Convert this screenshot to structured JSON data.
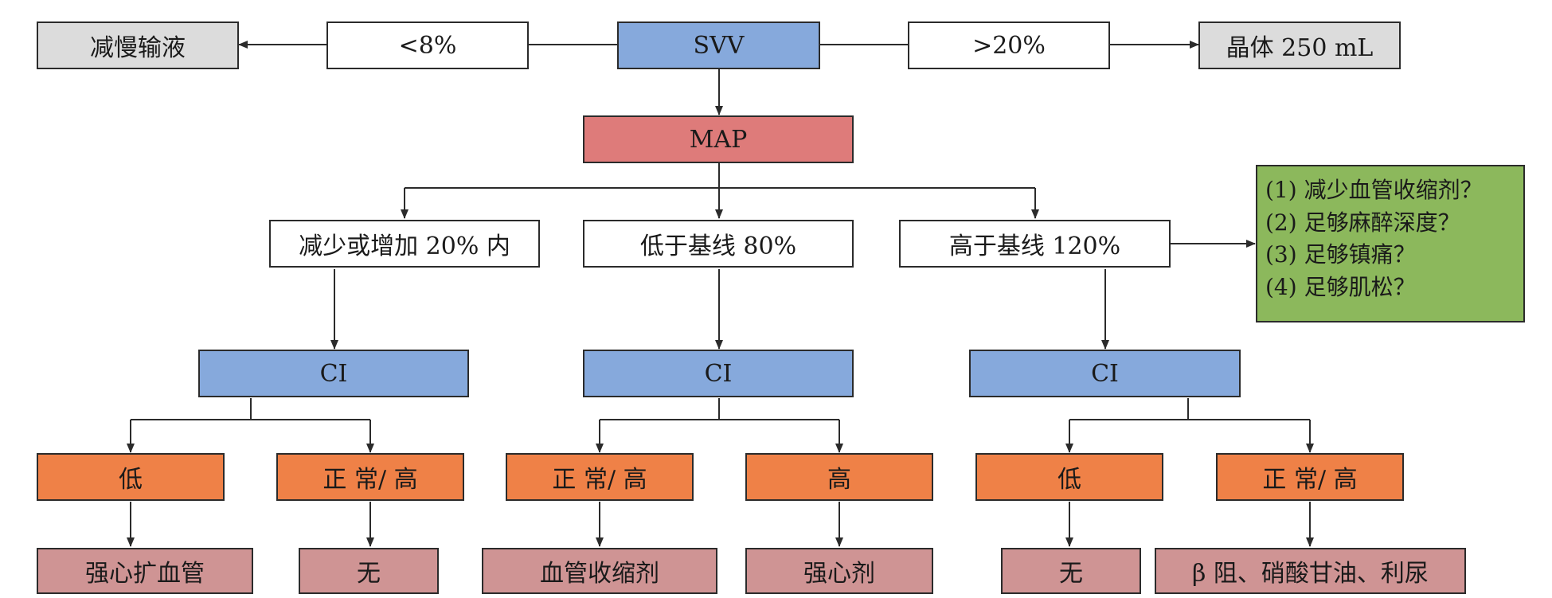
{
  "diagram": {
    "top_row": {
      "left_result": "减慢输液",
      "left_condition": "<8%",
      "center": "SVV",
      "right_condition": ">20%",
      "right_result": "晶体 250 mL"
    },
    "map": "MAP",
    "branches": {
      "left": "减少或增加 20% 内",
      "middle": "低于基线 80%",
      "right": "高于基线 120%"
    },
    "checklist": [
      "(1) 减少血管收缩剂？",
      "(2) 足够麻醉深度？",
      "(3) 足够镇痛？",
      "(4) 足够肌松？"
    ],
    "ci": {
      "left": "CI",
      "middle": "CI",
      "right": "CI"
    },
    "levels": {
      "left_low": "低",
      "left_normal_high": "正 常/ 高",
      "middle_normal_high": "正 常/ 高",
      "middle_high": "高",
      "right_low": "低",
      "right_normal_high": "正 常/ 高"
    },
    "treatments": {
      "left_low": "强心扩血管",
      "left_normal_high": "无",
      "middle_normal_high": "血管收缩剂",
      "middle_high": "强心剂",
      "right_low": "无",
      "right_normal_high": "β 阻、硝酸甘油、利尿"
    },
    "colors": {
      "line": "#2b2b2b",
      "result_grey": "#dcdcdc",
      "metric_blue": "#86a9dc",
      "map_red": "#de7b7a",
      "level_orange": "#ef8147",
      "treatment_pink": "#cf9494",
      "checklist_green": "#8cb85c"
    }
  }
}
